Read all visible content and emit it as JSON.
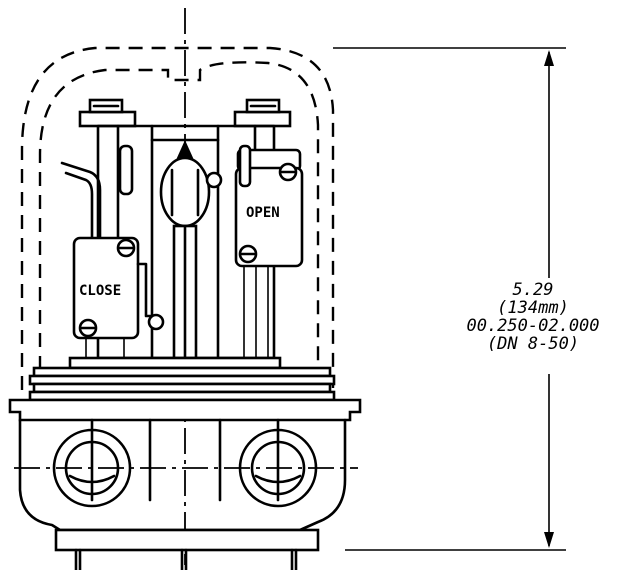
{
  "switch_labels": {
    "close": "CLOSE",
    "open": "OPEN"
  },
  "dimension": {
    "height_in": "5.29",
    "height_mm": "(134mm)",
    "size_range": "00.250-02.000",
    "dn_range": "(DN 8-50)"
  }
}
